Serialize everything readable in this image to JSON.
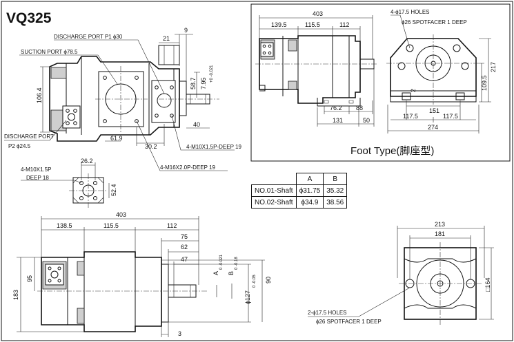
{
  "model": "VQ325",
  "foot_type_title": "Foot Type(脚座型)",
  "side_view_labels": {
    "discharge_port_p1": "DISCHARGE PORT P1 ϕ30",
    "suction_port": "SUCTION PORT ϕ78.5",
    "discharge_port_p2_line1": "DISCHARGE PORT",
    "discharge_port_p2_line2": "P2 ϕ24.5",
    "thread_m10": "4-M10X1.5P-DEEP 19",
    "thread_m16": "4-M16X2.0P-DEEP 19"
  },
  "side_view_dims": {
    "d9": "9",
    "d21": "21",
    "d106_4": "106.4",
    "d58_7": "58.7",
    "d7_95": "7.95",
    "tol_7_95": "+0 -0.021",
    "d40": "40",
    "d61_9": "61.9",
    "d30_2": "30.2"
  },
  "port_detail": {
    "label_line1": "4-M10X1.5P",
    "label_line2": "DEEP 18",
    "d26_2": "26.2",
    "d52_4": "52.4"
  },
  "foot_top_dims": {
    "d403": "403",
    "d139_5": "139.5",
    "d115_5": "115.5",
    "d112": "112",
    "d76_2": "76.2",
    "d88": "88",
    "d131": "131",
    "d50": "50"
  },
  "foot_end_dims": {
    "holes": "4-ϕ17.5 HOLES",
    "spotfacer": "ϕ26 SPOTFACER 1 DEEP",
    "d217": "217",
    "d109_5": "109.5",
    "d2": "2",
    "d151": "151",
    "d117_5a": "117.5",
    "d117_5b": "117.5",
    "d274": "274"
  },
  "shaft_table": {
    "headers": [
      "",
      "A",
      "B"
    ],
    "rows": [
      [
        "NO.01-Shaft",
        "ϕ31.75",
        "35.32"
      ],
      [
        "NO.02-Shaft",
        "ϕ34.9",
        "38.56"
      ]
    ]
  },
  "flange_side_dims": {
    "d403": "403",
    "d138_5": "138.5",
    "d115_5": "115.5",
    "d112": "112",
    "d75": "75",
    "d62": "62",
    "d47": "47",
    "d95": "95",
    "d183": "183",
    "dA": "A",
    "tolA": "0 -0.021",
    "dB": "B",
    "tolB": "0 -0.18",
    "d127": "ϕ127",
    "tol127": "0 -0.05",
    "d90": "90",
    "d3": "3"
  },
  "flange_end_dims": {
    "d213": "213",
    "d181": "181",
    "d164": "□164",
    "holes": "2-ϕ17.5 HOLES",
    "spotfacer": "ϕ26 SPOTFACER 1 DEEP"
  }
}
